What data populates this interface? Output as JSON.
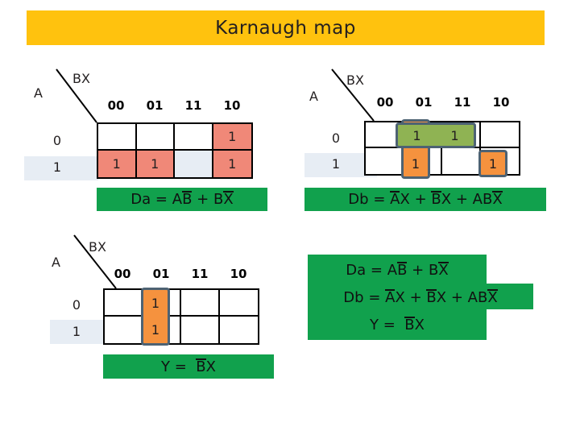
{
  "title": {
    "text": "Karnaugh map",
    "bg": "#ffc20e"
  },
  "palette": {
    "red": "#f08878",
    "green_group": "#8fb353",
    "orange_group": "#f5923e",
    "row_band": "#e7edf4",
    "banner_green": "#11a14d",
    "group_border": "#4d6273"
  },
  "kmaps": [
    {
      "name": "da",
      "axis_top_label": "BX",
      "axis_side_label": "A",
      "col_headers": [
        "00",
        "01",
        "11",
        "10"
      ],
      "row_headers": [
        "0",
        "1"
      ],
      "cells": [
        [
          "",
          "",
          "",
          "1"
        ],
        [
          "1",
          "1",
          "",
          "1"
        ]
      ],
      "equation": {
        "lhs": "Da",
        "eq": "=",
        "terms": [
          {
            "parts": [
              {
                "t": "A",
                "bar": false
              },
              {
                "t": "B",
                "bar": true
              }
            ]
          },
          {
            "parts": [
              {
                "t": "B",
                "bar": false
              },
              {
                "t": "X",
                "bar": true
              }
            ]
          }
        ],
        "plain": "Da = AB + BX"
      }
    },
    {
      "name": "db",
      "axis_top_label": "BX",
      "axis_side_label": "A",
      "col_headers": [
        "00",
        "01",
        "11",
        "10"
      ],
      "row_headers": [
        "0",
        "1"
      ],
      "cells": [
        [
          "",
          "1",
          "1",
          ""
        ],
        [
          "",
          "1",
          "",
          "1"
        ]
      ],
      "groups": [
        {
          "label": "row0-01-11",
          "color": "green",
          "values": [
            "1",
            "1"
          ]
        },
        {
          "label": "col01-both-rows",
          "color": "orange",
          "values": [
            "1"
          ]
        },
        {
          "label": "row1-10",
          "color": "orange",
          "values": [
            "1"
          ]
        }
      ],
      "equation": {
        "lhs": "Db",
        "eq": "=",
        "terms": [
          {
            "parts": [
              {
                "t": "A",
                "bar": true
              },
              {
                "t": "X",
                "bar": false
              }
            ]
          },
          {
            "parts": [
              {
                "t": "B",
                "bar": true
              },
              {
                "t": "X",
                "bar": false
              }
            ]
          },
          {
            "parts": [
              {
                "t": "A",
                "bar": false
              },
              {
                "t": "B",
                "bar": false
              },
              {
                "t": "X",
                "bar": true
              }
            ]
          }
        ],
        "plain": "Db = AX + BX + ABX"
      }
    },
    {
      "name": "y",
      "axis_top_label": "BX",
      "axis_side_label": "A",
      "col_headers": [
        "00",
        "01",
        "11",
        "10"
      ],
      "row_headers": [
        "0",
        "1"
      ],
      "cells": [
        [
          "",
          "1",
          "",
          ""
        ],
        [
          "",
          "1",
          "",
          ""
        ]
      ],
      "groups": [
        {
          "label": "col01-both-rows",
          "color": "orange",
          "values": [
            "1",
            "1"
          ]
        }
      ],
      "equation": {
        "lhs": "Y",
        "eq": "=",
        "terms": [
          {
            "parts": [
              {
                "t": "B",
                "bar": true
              },
              {
                "t": "X",
                "bar": false
              }
            ]
          }
        ],
        "plain": "Y = BX"
      }
    }
  ],
  "summary": {
    "lines": [
      {
        "lhs": "Da",
        "plain": "Da = AB + BX"
      },
      {
        "lhs": "Db",
        "plain": "Db = AX + BX + ABX"
      },
      {
        "lhs": "Y",
        "plain": "Y = BX"
      }
    ]
  },
  "labels": {
    "da_lhs": "Da",
    "db_lhs": "Db",
    "y_lhs": "Y",
    "equals": "=",
    "plus": "+",
    "A": "A",
    "B": "B",
    "X": "X",
    "bx": "BX",
    "one": "1",
    "zero": "0",
    "h00": "00",
    "h01": "01",
    "h11": "11",
    "h10": "10"
  }
}
